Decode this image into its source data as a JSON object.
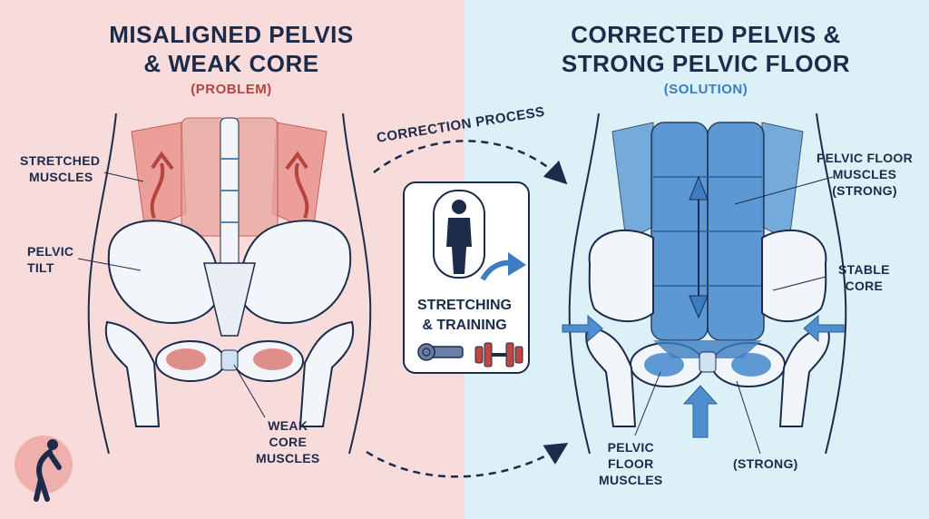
{
  "left": {
    "title_line1": "MISALIGNED PELVIS",
    "title_line2": "& WEAK CORE",
    "subtitle": "(PROBLEM)",
    "labels": {
      "stretched_1": "STRETCHED",
      "stretched_2": "MUSCLES",
      "tilt_1": "PELVIC",
      "tilt_2": "TILT",
      "weak_1": "WEAK",
      "weak_2": "CORE",
      "weak_3": "MUSCLES"
    }
  },
  "right": {
    "title_line1": "CORRECTED PELVIS &",
    "title_line2": "STRONG PELVIC FLOOR",
    "subtitle": "(SOLUTION)",
    "labels": {
      "floor_top_1": "PELVIC FLOOR",
      "floor_top_2": "MUSCLES",
      "floor_top_3": "(STRONG)",
      "stable_1": "STABLE",
      "stable_2": "CORE",
      "floor_bottom_1": "PELVIC",
      "floor_bottom_2": "FLOOR",
      "floor_bottom_3": "MUSCLES",
      "strong": "(STRONG)"
    }
  },
  "center": {
    "process_label": "CORRECTION PROCESS",
    "method_line1": "STRETCHING",
    "method_line2": "& TRAINING"
  },
  "colors": {
    "problem_bg": "#f8dcdc",
    "solution_bg": "#dcf0f8",
    "problem_accent": "#b5443e",
    "solution_accent": "#3b7dc0",
    "ink": "#1c2b4a"
  },
  "icons": [
    "person-icon",
    "curved-arrow-icon",
    "yoga-mat-icon",
    "dumbbell-icon",
    "slouching-person-icon"
  ]
}
